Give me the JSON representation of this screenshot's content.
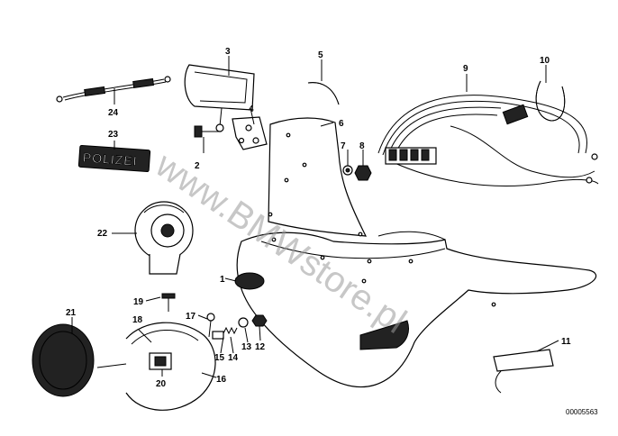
{
  "diagram": {
    "callouts": [
      {
        "id": "c1",
        "label": "1"
      },
      {
        "id": "c2",
        "label": "2"
      },
      {
        "id": "c3",
        "label": "3"
      },
      {
        "id": "c4",
        "label": "4"
      },
      {
        "id": "c5",
        "label": "5"
      },
      {
        "id": "c6",
        "label": "6"
      },
      {
        "id": "c7",
        "label": "7"
      },
      {
        "id": "c8",
        "label": "8"
      },
      {
        "id": "c9",
        "label": "9"
      },
      {
        "id": "c10",
        "label": "10"
      },
      {
        "id": "c11",
        "label": "11"
      },
      {
        "id": "c12",
        "label": "12"
      },
      {
        "id": "c13",
        "label": "13"
      },
      {
        "id": "c14",
        "label": "14"
      },
      {
        "id": "c15",
        "label": "15"
      },
      {
        "id": "c16",
        "label": "16"
      },
      {
        "id": "c17",
        "label": "17"
      },
      {
        "id": "c18",
        "label": "18"
      },
      {
        "id": "c19",
        "label": "19"
      },
      {
        "id": "c20",
        "label": "20"
      },
      {
        "id": "c21",
        "label": "21"
      },
      {
        "id": "c22",
        "label": "22"
      },
      {
        "id": "c23",
        "label": "23"
      },
      {
        "id": "c24",
        "label": "24"
      }
    ],
    "badge_text": "POLIZEI",
    "watermark": "www.BMWstore.pl",
    "catalog_code": "00005563",
    "colors": {
      "ink": "#000000",
      "watermark": "#9a9a9a",
      "background": "#ffffff"
    }
  }
}
